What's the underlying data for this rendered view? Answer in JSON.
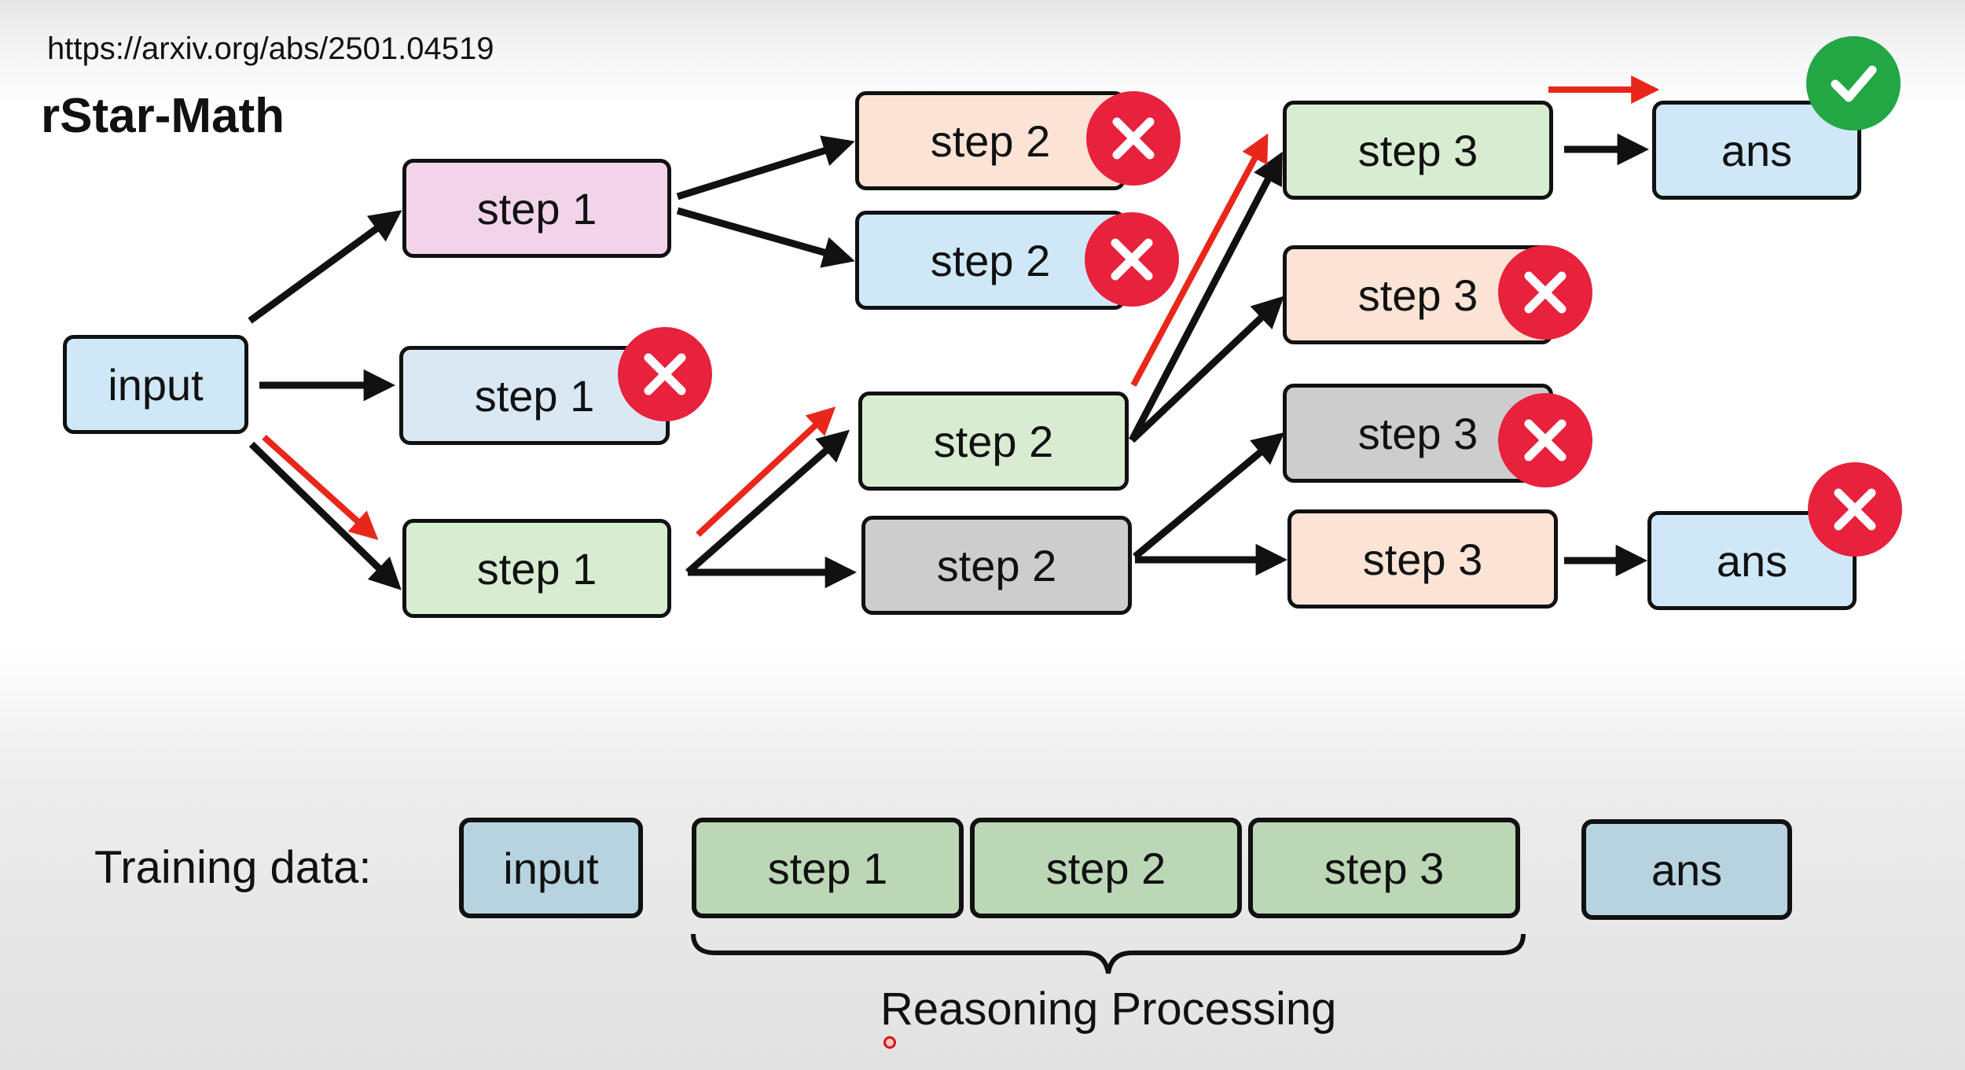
{
  "header": {
    "url": "https://arxiv.org/abs/2501.04519",
    "title": "rStar-Math"
  },
  "tree": {
    "input": "input",
    "step1_a": "step 1",
    "step1_b": "step 1",
    "step1_c": "step 1",
    "step2_a": "step 2",
    "step2_b": "step 2",
    "step2_c": "step 2",
    "step2_d": "step 2",
    "step3_a": "step 3",
    "step3_b": "step 3",
    "step3_c": "step 3",
    "step3_d": "step 3",
    "ans_a": "ans",
    "ans_b": "ans"
  },
  "colors": {
    "arrow": "#111111",
    "highlight_arrow": "#e8271a",
    "rejected_marker": "#e8213c",
    "accepted_marker": "#22a744"
  },
  "training": {
    "label": "Training data:",
    "input": "input",
    "step1": "step 1",
    "step2": "step 2",
    "step3": "step 3",
    "ans": "ans",
    "brace_label": "Reasoning Processing"
  }
}
